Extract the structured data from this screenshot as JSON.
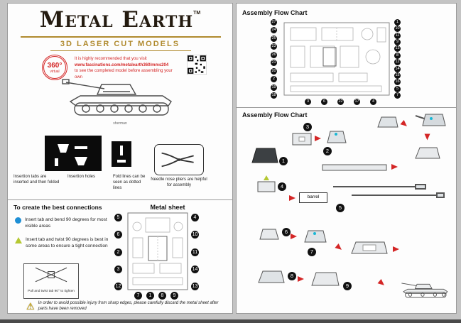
{
  "colors": {
    "accent_red": "#d42626",
    "gold": "#b08a2e",
    "blue_marker": "#1e8fd5",
    "green_marker": "#b5c832",
    "cyan_marker": "#19b7d4",
    "warning_yellow": "#f2c200"
  },
  "doc": {
    "left_page": {
      "logo": {
        "title": "Metal Earth",
        "tm": "TM",
        "subtitle": "3D LASER CUT MODELS"
      },
      "badge_360": {
        "label": "360°",
        "sub": "virtual"
      },
      "promo": {
        "line1": "It is highly recommended that you visit",
        "url": "www.fascinations.com/metalearth360/mms204",
        "line2": "to see the completed model before assembling your own"
      },
      "model_caption": "sherman",
      "tips": {
        "insertion_tabs": "Insertion tabs are inserted and then folded",
        "insertion_holes": "Insertion holes",
        "fold_lines": "Fold lines can be seen as dotted lines",
        "pliers_note": "Needle nose pliers are helpful for assembly"
      },
      "connections": {
        "heading": "To create the best connections",
        "bullet_bend": "Insert tab and bend 90 degrees for most visible areas",
        "bullet_twist": "Insert tab and twist 90 degrees is best in some areas to ensure a tight connection",
        "twist_note": "Pull and twist tab 90° to tighten"
      },
      "metal_sheet": {
        "title": "Metal sheet",
        "callouts_left": [
          "5",
          "6",
          "2",
          "3",
          "12"
        ],
        "callouts_right": [
          "4",
          "10",
          "11",
          "14",
          "13"
        ],
        "callouts_bottom": [
          "7",
          "1",
          "8",
          "9"
        ]
      },
      "warning_icon": "⚠",
      "warning": "In order to avoid possible injury from sharp edges, please carefully discard the metal sheet after parts have been removed"
    },
    "right_page": {
      "flow_title_top": "Assembly Flow Chart",
      "flow_title_mid": "Assembly Flow Chart",
      "sheet_callouts_left": [
        "27",
        "24",
        "25",
        "23",
        "26",
        "21",
        "20",
        "2",
        "19",
        "18"
      ],
      "sheet_callouts_right": [
        "1",
        "10",
        "11",
        "9",
        "13",
        "8",
        "12",
        "14",
        "15",
        "16",
        "5",
        "7"
      ],
      "sheet_callouts_bottom": [
        "3",
        "6",
        "22",
        "17",
        "4"
      ],
      "barrel_label": "barrel",
      "steps": [
        {
          "num": "1"
        },
        {
          "num": "2"
        },
        {
          "num": "3"
        },
        {
          "num": "4"
        },
        {
          "num": "5"
        },
        {
          "num": "6"
        },
        {
          "num": "7"
        },
        {
          "num": "8"
        },
        {
          "num": "9"
        }
      ]
    }
  }
}
